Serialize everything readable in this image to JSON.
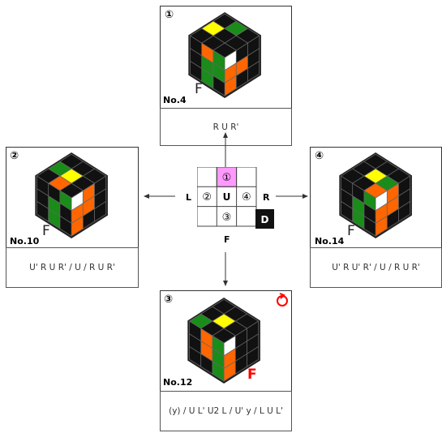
{
  "colors": {
    "yellow": "#ffff00",
    "green": "#1a8c1a",
    "orange": "#ff6600",
    "white": "#ffffff",
    "black": "#111111",
    "grid_line": "#666666",
    "pink": "#ff99ff",
    "red": "#ff0000"
  },
  "panels": {
    "top": {
      "number": "①",
      "case": "No.4",
      "formula": "R U R'",
      "face_label": "F"
    },
    "left": {
      "number": "②",
      "case": "No.10",
      "formula": "U' R U R' / U / R U R'",
      "face_label": "F"
    },
    "bottom": {
      "number": "③",
      "case": "No.12",
      "formula": "(y) / U L' U2 L / U' y / L U L'",
      "face_label": "F"
    },
    "right": {
      "number": "④",
      "case": "No.14",
      "formula": "U' R U' R' / U / R U R'",
      "face_label": "F"
    }
  },
  "center": {
    "cells": {
      "top": "①",
      "left": "②",
      "center": "U",
      "right": "④",
      "bottom": "③",
      "D": "D"
    },
    "labels": {
      "L": "L",
      "R": "R",
      "F": "F"
    }
  },
  "icons": [
    "rotate-icon",
    "arrow-up-icon",
    "arrow-left-icon",
    "arrow-right-icon",
    "arrow-down-icon"
  ]
}
